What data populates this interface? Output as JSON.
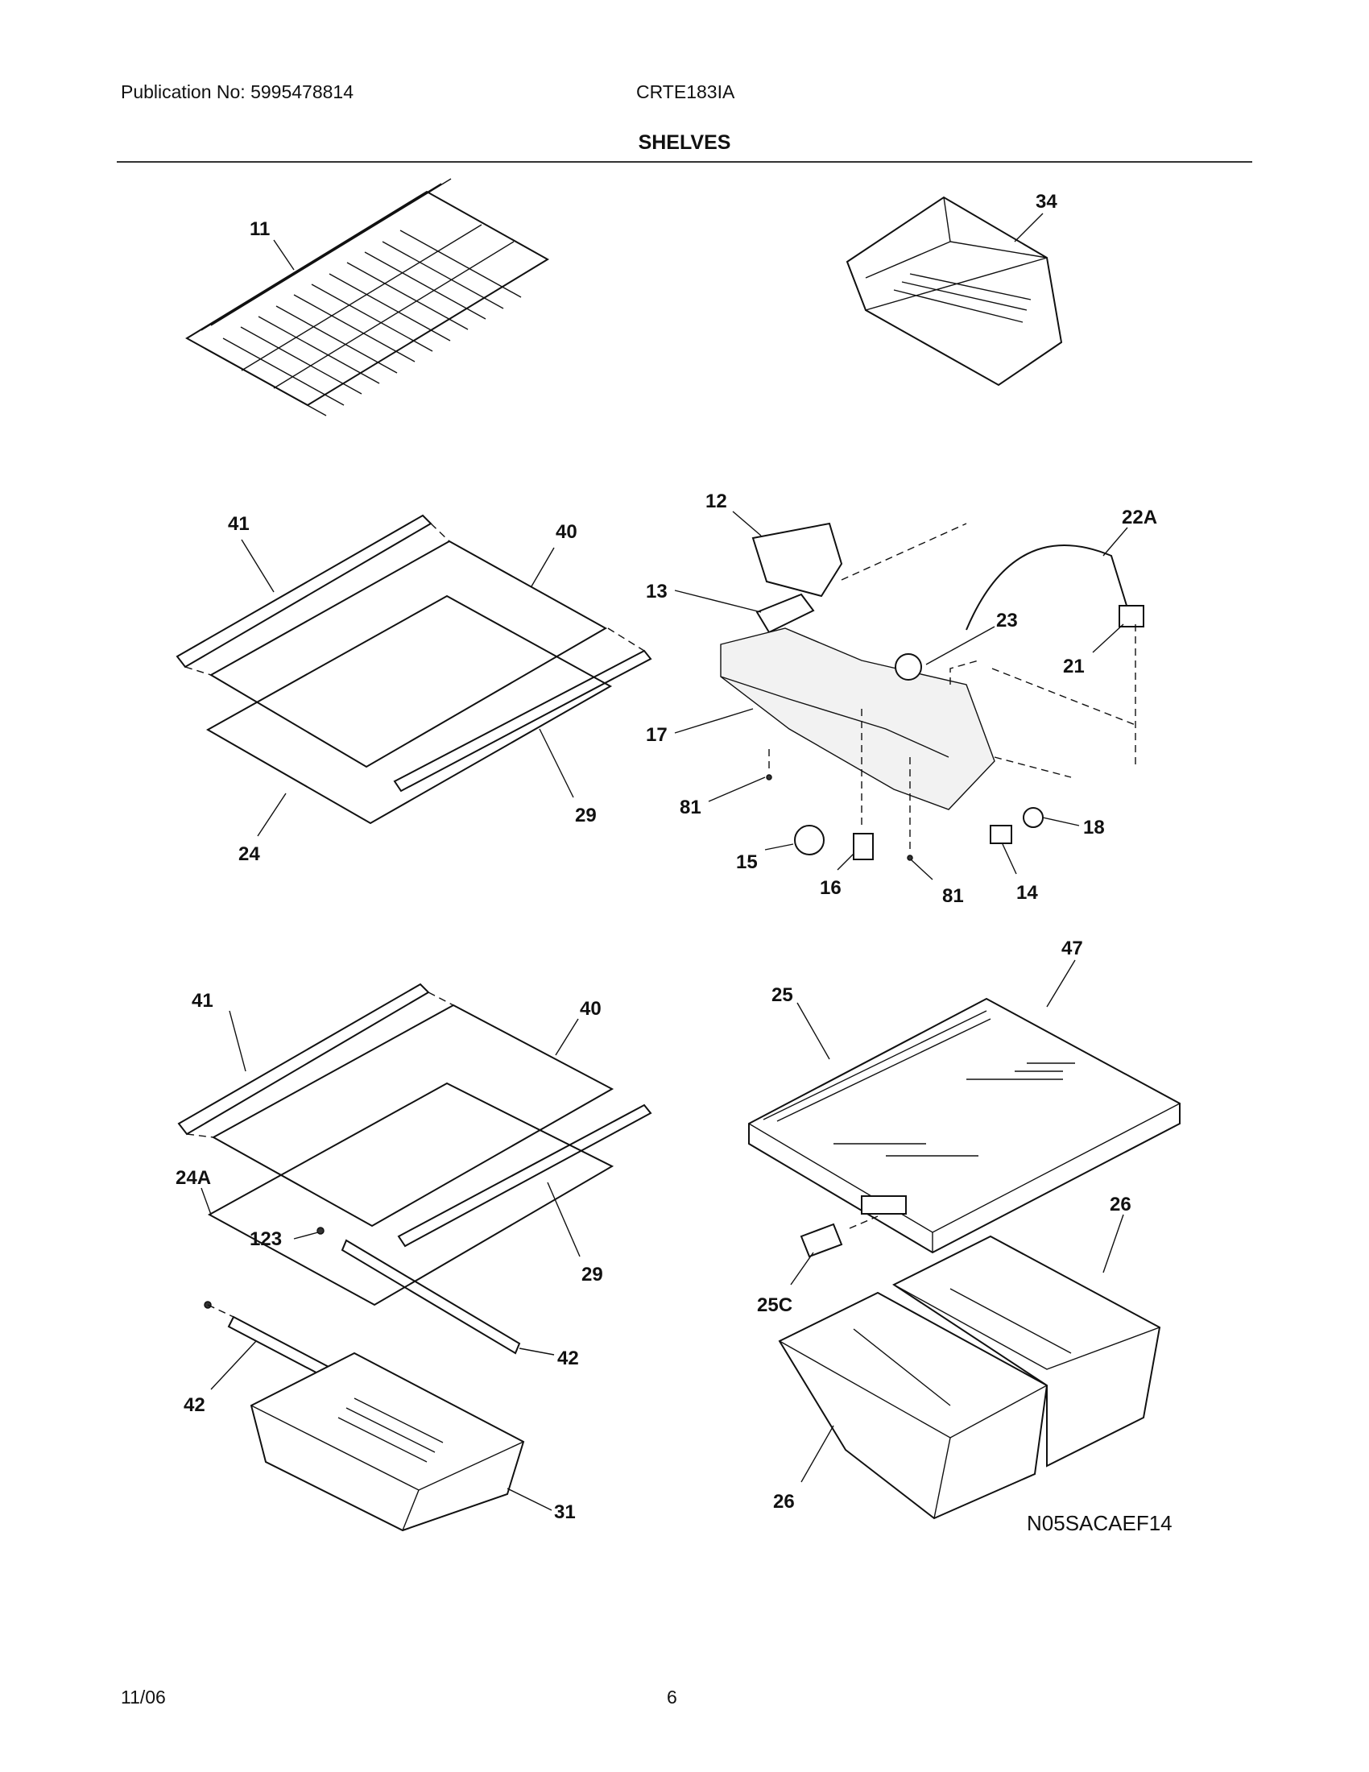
{
  "header": {
    "publication": "Publication No: 5995478814",
    "model": "CRTE183IA",
    "title": "SHELVES"
  },
  "diagram": {
    "code": "N05SACAEF14",
    "callouts": {
      "c11": "11",
      "c34": "34",
      "c41a": "41",
      "c40a": "40",
      "c29a": "29",
      "c24": "24",
      "c12": "12",
      "c13": "13",
      "c22a": "22A",
      "c23": "23",
      "c21": "21",
      "c17": "17",
      "c81a": "81",
      "c15": "15",
      "c16": "16",
      "c81b": "81",
      "c14": "14",
      "c18": "18",
      "c41b": "41",
      "c40b": "40",
      "c24a": "24A",
      "c123": "123",
      "c29b": "29",
      "c42a": "42",
      "c42b": "42",
      "c31": "31",
      "c47": "47",
      "c25": "25",
      "c26a": "26",
      "c25c": "25C",
      "c26b": "26"
    }
  },
  "footer": {
    "date": "11/06",
    "page": "6"
  }
}
